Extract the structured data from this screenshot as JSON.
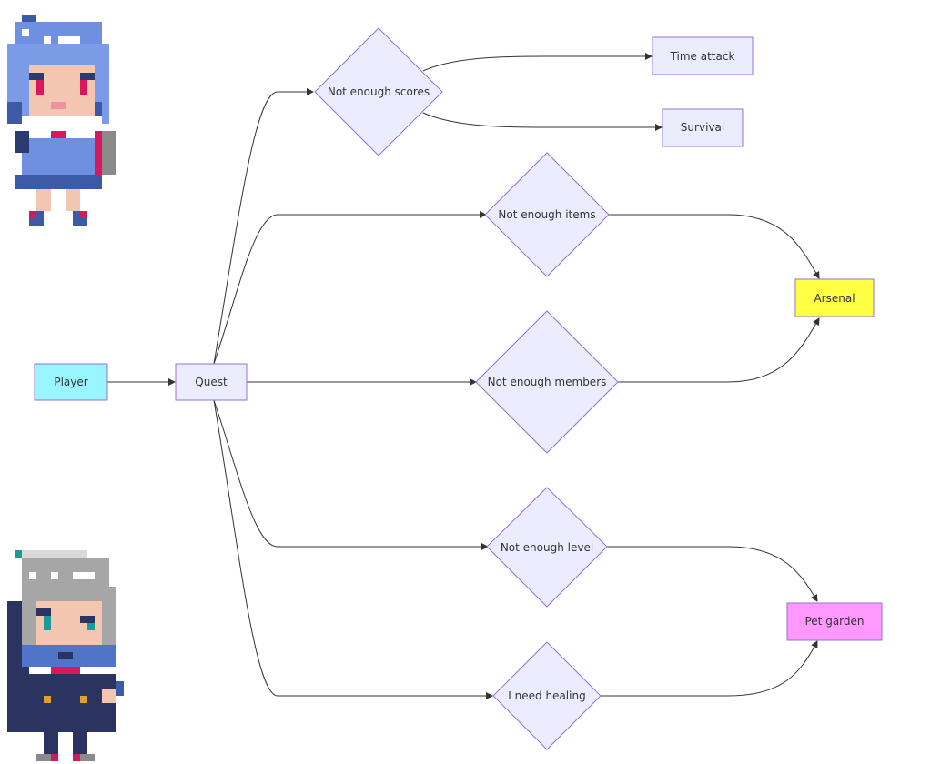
{
  "colors": {
    "node_fill": "#ECECFF",
    "node_stroke": "#9370DB",
    "edge": "#333333",
    "player_fill": "#99F5FF",
    "arsenal_fill": "#FFFF44",
    "pet_fill": "#FF99FF"
  },
  "nodes": {
    "player": {
      "label": "Player"
    },
    "quest": {
      "label": "Quest"
    },
    "scores": {
      "label": "Not enough scores"
    },
    "items": {
      "label": "Not enough items"
    },
    "members": {
      "label": "Not enough members"
    },
    "level": {
      "label": "Not enough level"
    },
    "healing": {
      "label": "I need healing"
    },
    "time_attack": {
      "label": "Time attack"
    },
    "survival": {
      "label": "Survival"
    },
    "arsenal": {
      "label": "Arsenal"
    },
    "pet_garden": {
      "label": "Pet garden"
    }
  },
  "edges": [
    {
      "from": "player",
      "to": "quest"
    },
    {
      "from": "quest",
      "to": "scores"
    },
    {
      "from": "quest",
      "to": "items"
    },
    {
      "from": "quest",
      "to": "members"
    },
    {
      "from": "quest",
      "to": "level"
    },
    {
      "from": "quest",
      "to": "healing"
    },
    {
      "from": "scores",
      "to": "time_attack"
    },
    {
      "from": "scores",
      "to": "survival"
    },
    {
      "from": "items",
      "to": "arsenal"
    },
    {
      "from": "members",
      "to": "arsenal"
    },
    {
      "from": "level",
      "to": "pet_garden"
    },
    {
      "from": "healing",
      "to": "pet_garden"
    }
  ],
  "sprites": {
    "top": {
      "icon": "blue-haired-pixel-character-icon"
    },
    "bottom": {
      "icon": "silver-haired-pixel-character-icon"
    }
  }
}
